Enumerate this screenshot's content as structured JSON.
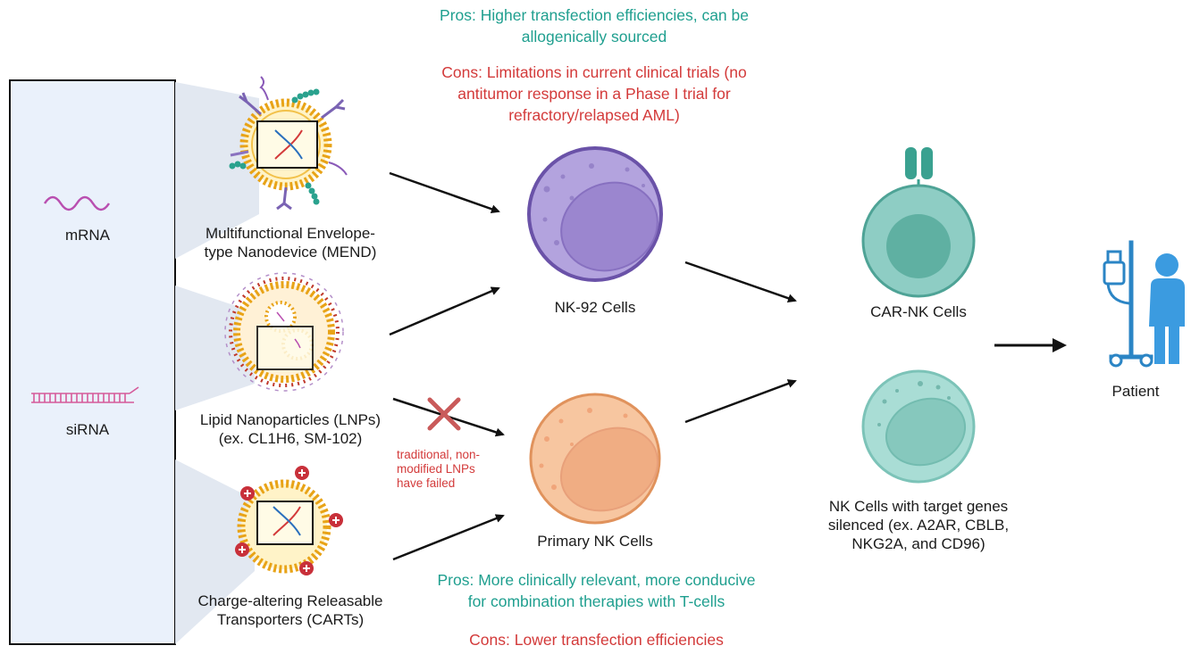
{
  "colors": {
    "panel_fill": "#eaf1fb",
    "lipid_gold": "#e8a317",
    "nk92_purple": "#a996d6",
    "primary_orange": "#f4b489",
    "car_teal": "#8ecdc4",
    "pros_teal": "#1f9f8f",
    "cons_red": "#d33a3a",
    "patient_blue": "#3b8fd4",
    "arrow": "#111111"
  },
  "nucleic_acids": {
    "mrna_label": "mRNA",
    "sirna_label": "siRNA"
  },
  "delivery_systems": {
    "mend_label": "Multifunctional Envelope-\ntype Nanodevice (MEND)",
    "lnp_label": "Lipid Nanoparticles (LNPs)\n(ex. CL1H6, SM-102)",
    "cart_label": "Charge-altering Releasable\nTransporters (CARTs)"
  },
  "failure_note": "traditional, non-\nmodified LNPs\nhave failed",
  "nk92": {
    "label": "NK-92 Cells",
    "pros": "Pros: Higher transfection efficiencies, can be\nallogenically sourced",
    "cons": "Cons: Limitations in current clinical trials (no\nantitumor response in a Phase I trial for\nrefractory/relapsed AML)"
  },
  "primary": {
    "label": "Primary NK Cells",
    "pros": "Pros: More clinically relevant, more conducive\nfor combination therapies with T-cells",
    "cons": "Cons: Lower transfection efficiencies"
  },
  "outcomes": {
    "car_nk_label": "CAR-NK Cells",
    "silenced_label": "NK Cells with target genes\nsilenced (ex. A2AR, CBLB,\nNKG2A, and CD96)"
  },
  "patient_label": "Patient",
  "icons": [
    "dna-icon",
    "cross-icon",
    "plus-charge-icon",
    "iv-stand-icon",
    "person-icon"
  ]
}
